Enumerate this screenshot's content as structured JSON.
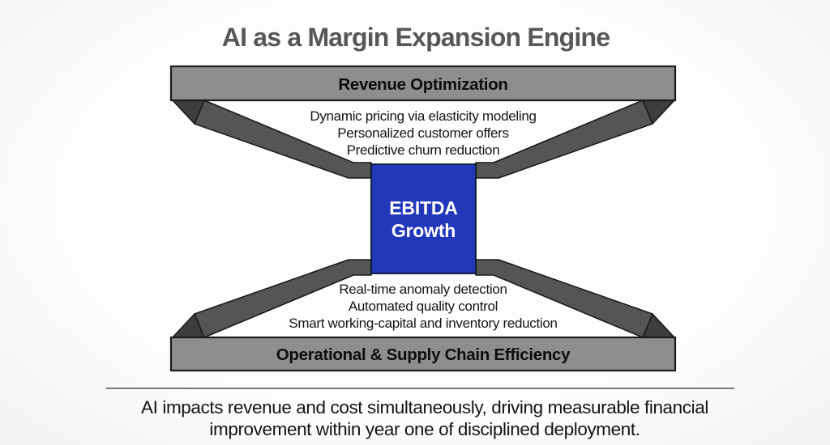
{
  "title": "AI as a Margin Expansion Engine",
  "diagram": {
    "top_bar": {
      "label": "Revenue Optimization"
    },
    "top_items": [
      "Dynamic pricing via elasticity modeling",
      "Personalized customer offers",
      "Predictive churn reduction"
    ],
    "center": {
      "line1": "EBITDA",
      "line2": "Growth"
    },
    "bottom_items": [
      "Real-time anomaly detection",
      "Automated quality control",
      "Smart working-capital and inventory reduction"
    ],
    "bottom_bar": {
      "label": "Operational & Supply Chain Efficiency"
    }
  },
  "footer": {
    "line1": "AI impacts revenue and cost simultaneously, driving measurable financial",
    "line2": "improvement within year one of disciplined deployment."
  },
  "colors": {
    "accent_blue": "#2238ba",
    "bar_gray": "#8e8e8e",
    "leg_gray_main": "#555555",
    "leg_gray_facet": "#3d3d3d",
    "title_gray": "#575757",
    "text_black": "#141414"
  }
}
